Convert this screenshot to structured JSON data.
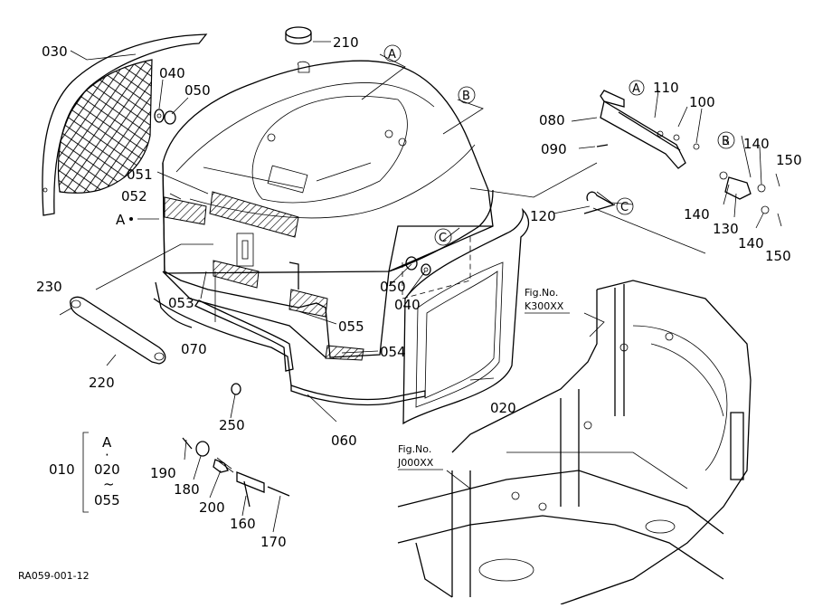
{
  "figure_code": "RA059-001-12",
  "part_labels": {
    "p010": "010",
    "p020": "020",
    "p030": "030",
    "p040a": "040",
    "p040b": "040",
    "p050a": "050",
    "p050b": "050",
    "p051": "051",
    "p052": "052",
    "p053": "053",
    "p054": "054",
    "p055": "055",
    "p060": "060",
    "p070": "070",
    "p080": "080",
    "p090": "090",
    "p100": "100",
    "p110": "110",
    "p120": "120",
    "p130": "130",
    "p140a": "140",
    "p140b": "140",
    "p140c": "140",
    "p150a": "150",
    "p150b": "150",
    "p160": "160",
    "p170": "170",
    "p180": "180",
    "p190": "190",
    "p200": "200",
    "p210": "210",
    "p220": "220",
    "p230": "230",
    "p250": "250"
  },
  "callouts": {
    "a_top": "A",
    "b_top": "B",
    "a_bracket": "A",
    "b_bracket": "B",
    "c_lever": "C",
    "c_cover": "C",
    "a_side": "A"
  },
  "kit_010": {
    "line1": "A",
    "line2": "·",
    "line3": "020",
    "line4": "~",
    "line5": "055"
  },
  "references": {
    "k300_line1": "Fig.No.",
    "k300_line2": "K300XX",
    "j000_line1": "Fig.No.",
    "j000_line2": "J000XX"
  },
  "icons": {
    "circle_letter": "circle-letter-icon",
    "leader_dot": "leader-dot-icon"
  },
  "colors": {
    "ink": "#000000",
    "paper": "#ffffff"
  }
}
